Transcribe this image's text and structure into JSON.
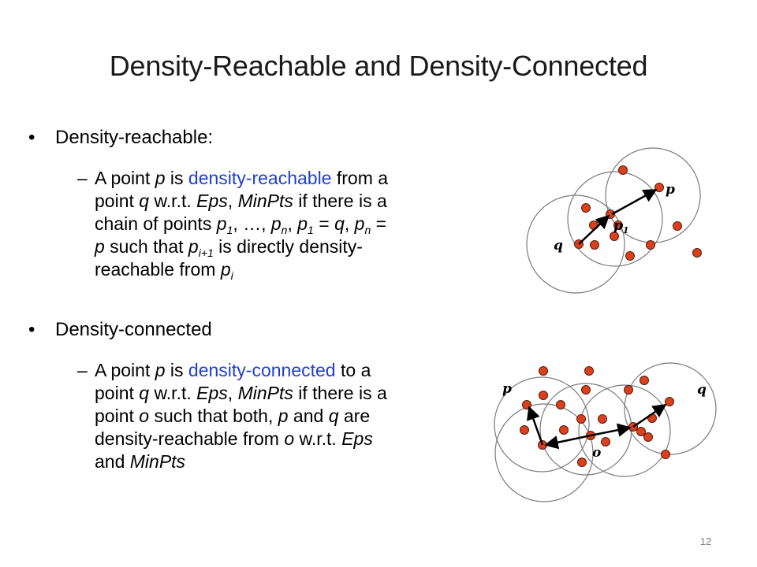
{
  "slide": {
    "title": "Density-Reachable and Density-Connected",
    "page_number": "12"
  },
  "bullets": [
    {
      "marker": "•",
      "text": "Density-reachable:",
      "sub": {
        "marker": "–",
        "l1": {
          "a": "A point ",
          "b": "p",
          "c": " is ",
          "hl": "density-reachable",
          "d": " from a"
        },
        "l2": {
          "a": "point ",
          "b": "q",
          "c": " w.r.t. ",
          "d": "Eps",
          "e": ", ",
          "f": "MinPts",
          "g": " if there is a"
        },
        "l3": {
          "a": "chain of points ",
          "p1": "p",
          "s1": "1",
          "b": ", …, ",
          "pn": "p",
          "sn": "n",
          "c": ", ",
          "p1b": "p",
          "s1b": "1",
          "d": " = ",
          "q": "q",
          "e": ", ",
          "pnb": "p",
          "snb": "n",
          "f": " ="
        },
        "l4": {
          "p": "p",
          "a": " such that ",
          "pi": "p",
          "si": "i+1",
          "b": " is directly density-"
        },
        "l5": {
          "a": "reachable from ",
          "p": "p",
          "s": "i"
        }
      }
    },
    {
      "marker": "•",
      "text": "Density-connected",
      "sub": {
        "marker": "–",
        "l1": {
          "a": "A point ",
          "b": "p",
          "c": " is ",
          "hl": "density-connected",
          "d": " to a"
        },
        "l2": {
          "a": "point ",
          "b": "q",
          "c": " w.r.t. ",
          "d": "Eps",
          "e": ", ",
          "f": "MinPts",
          "g": " if there is a"
        },
        "l3": {
          "a": "point ",
          "o": "o",
          "b": " such that both, ",
          "p": "p",
          "c": " and ",
          "q": "q",
          "d": " are"
        },
        "l4": {
          "a": "density-reachable from ",
          "o": "o",
          "b": " w.r.t. ",
          "eps": "Eps"
        },
        "l5": {
          "a": "and ",
          "minpts": "MinPts"
        }
      }
    }
  ],
  "figures": {
    "reachable": {
      "label_p": "p",
      "label_p1": "p",
      "label_p1_sub": "1",
      "label_q": "q"
    },
    "connected": {
      "label_p": "p",
      "label_q": "q",
      "label_o": "o"
    }
  },
  "colors": {
    "highlight": "#1f3fd1",
    "point_fill": "#d9411e",
    "point_stroke": "#5a1a0a",
    "circle_stroke": "#7a7a7a",
    "arrow": "#000000"
  }
}
